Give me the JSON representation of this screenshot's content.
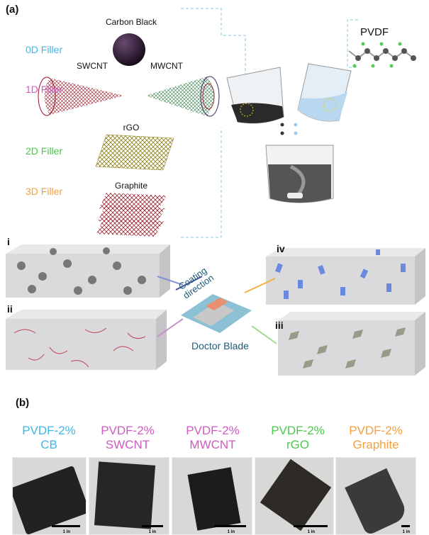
{
  "panel_a": {
    "label": "(a)",
    "fillers": [
      {
        "label": "0D Filler",
        "color": "#3db8e6"
      },
      {
        "label": "1D Filler",
        "color": "#d05ac0"
      },
      {
        "label": "2D Filler",
        "color": "#4cc84c"
      },
      {
        "label": "3D Filler",
        "color": "#f4a040"
      }
    ],
    "materials": {
      "carbon_black": "Carbon Black",
      "swcnt": "SWCNT",
      "mwcnt": "MWCNT",
      "rgo": "rGO",
      "graphite": "Graphite",
      "pvdf": "PVDF"
    },
    "composites": [
      "i",
      "ii",
      "iii",
      "iv"
    ],
    "coating_direction": "Coating direction",
    "doctor_blade": "Doctor Blade"
  },
  "panel_b": {
    "label": "(b)",
    "samples": [
      {
        "line1": "PVDF-2%",
        "line2": "CB",
        "color": "#3db8e6",
        "scale": "1 in"
      },
      {
        "line1": "PVDF-2%",
        "line2": "SWCNT",
        "color": "#d05ac0",
        "scale": "1 in"
      },
      {
        "line1": "PVDF-2%",
        "line2": "MWCNT",
        "color": "#d05ac0",
        "scale": "1 in"
      },
      {
        "line1": "PVDF-2%",
        "line2": "rGO",
        "color": "#4cc84c",
        "scale": "1 in"
      },
      {
        "line1": "PVDF-2%",
        "line2": "Graphite",
        "color": "#f4a040",
        "scale": "1 in"
      }
    ]
  }
}
